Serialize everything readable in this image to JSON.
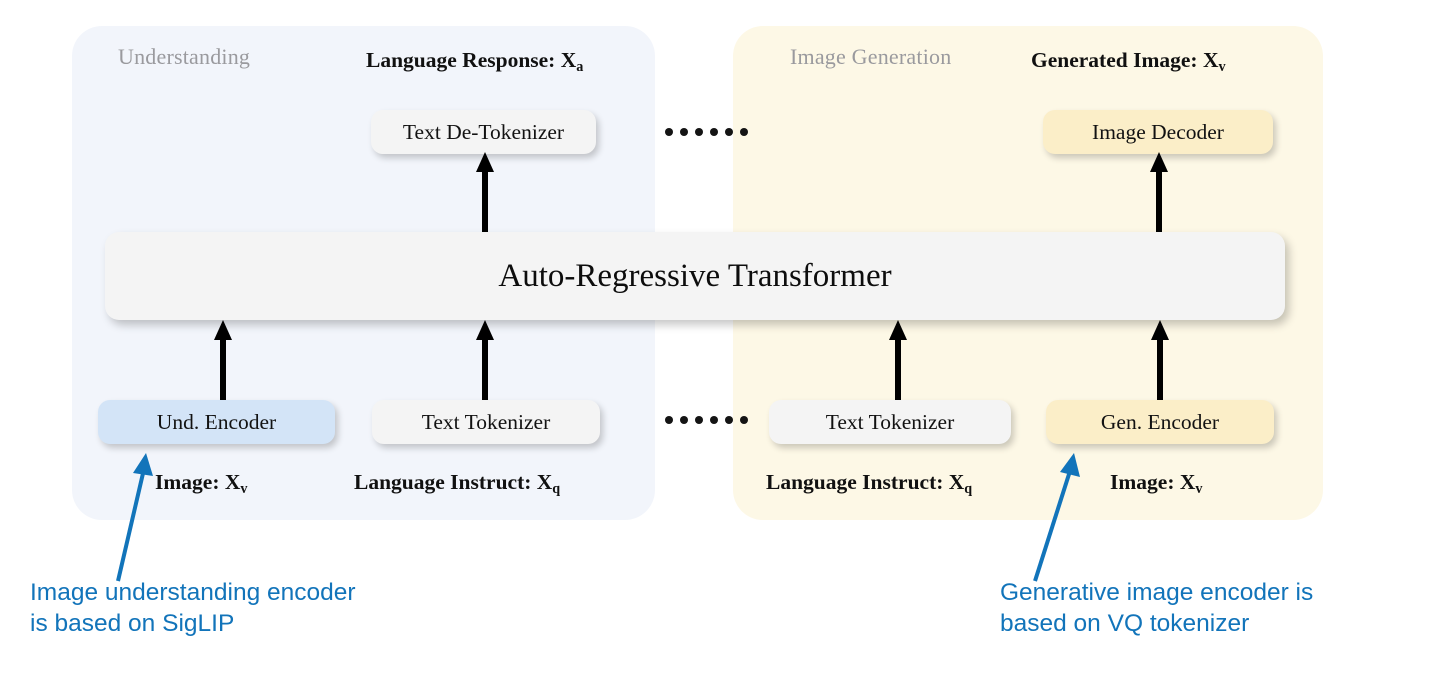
{
  "diagram": {
    "panels": {
      "understanding": {
        "title": "Understanding"
      },
      "generation": {
        "title": "Image Generation"
      }
    },
    "captions": {
      "language_response": {
        "text": "Language Response: X",
        "sub": "a"
      },
      "generated_image": {
        "text": "Generated Image: X",
        "sub": "v"
      },
      "image_left": {
        "text": "Image: X",
        "sub": "v"
      },
      "language_instruct_l": {
        "text": "Language Instruct: X",
        "sub": "q"
      },
      "language_instruct_r": {
        "text": "Language Instruct: X",
        "sub": "q"
      },
      "image_right": {
        "text": "Image: X",
        "sub": "v"
      }
    },
    "nodes": {
      "text_detokenizer": "Text De-Tokenizer",
      "image_decoder": "Image Decoder",
      "und_encoder": "Und. Encoder",
      "text_tokenizer_l": "Text Tokenizer",
      "text_tokenizer_r": "Text Tokenizer",
      "gen_encoder": "Gen. Encoder"
    },
    "transformer": {
      "label": "Auto-Regressive Transformer"
    },
    "annotations": {
      "left": "Image understanding encoder\nis based on SigLIP",
      "right": "Generative image encoder is\nbased on VQ tokenizer"
    },
    "colors": {
      "panel_understanding": "#f2f5fb",
      "panel_generation": "#fdf8e6",
      "node_gray": "#f4f4f4",
      "node_blue": "#d3e4f7",
      "node_yellow": "#fbeec8",
      "annotation_blue": "#1274ba",
      "panel_title": "#9a9a9e"
    }
  }
}
